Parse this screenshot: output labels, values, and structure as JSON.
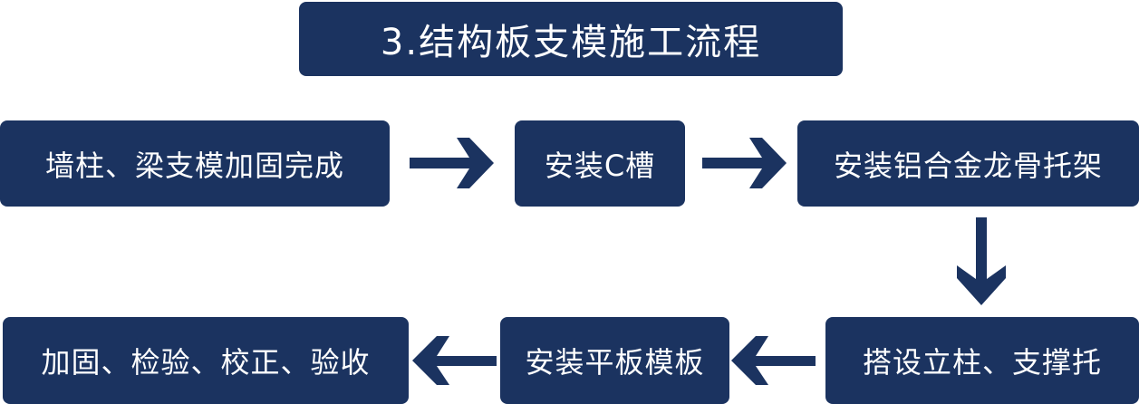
{
  "title": "3.结构板支模施工流程",
  "steps": [
    "墙柱、梁支模加固完成",
    "安装C槽",
    "安装铝合金龙骨托架",
    "搭设立柱、支撑托",
    "安装平板模板",
    "加固、检验、校正、验收"
  ],
  "colors": {
    "box": "#1b3360",
    "text": "#ffffff",
    "arrow": "#1b3360"
  }
}
